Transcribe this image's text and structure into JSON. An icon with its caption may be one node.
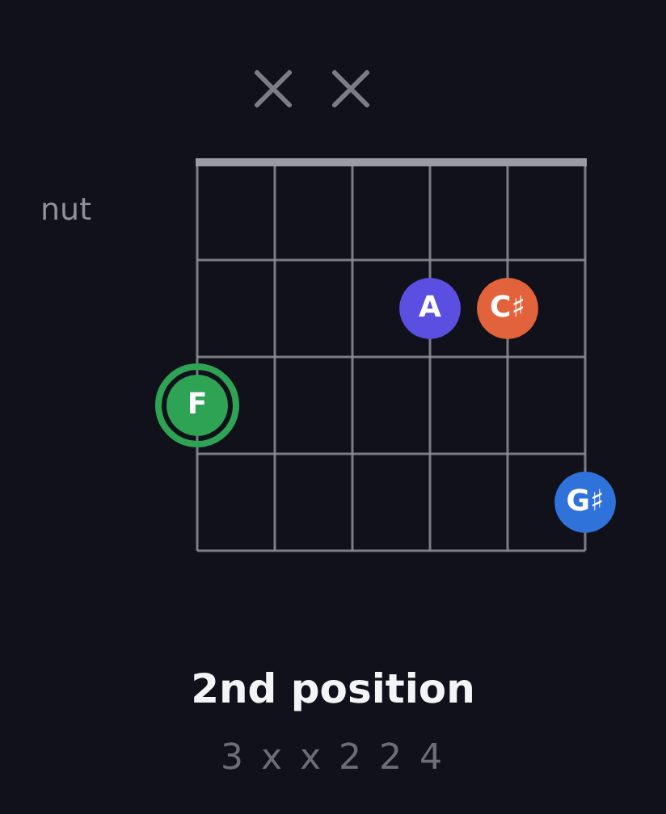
{
  "diagram": {
    "title": "2nd position",
    "nodes": [
      {
        "text": [
          "A"
        ]
      },
      {
        "text": [
          "C♯"
        ]
      },
      {
        "text": [
          "F"
        ]
      },
      {
        "text": [
          "G♯"
        ]
      }
    ],
    "labels": [
      "nut",
      "3 x x 2 2 4"
    ]
  }
}
